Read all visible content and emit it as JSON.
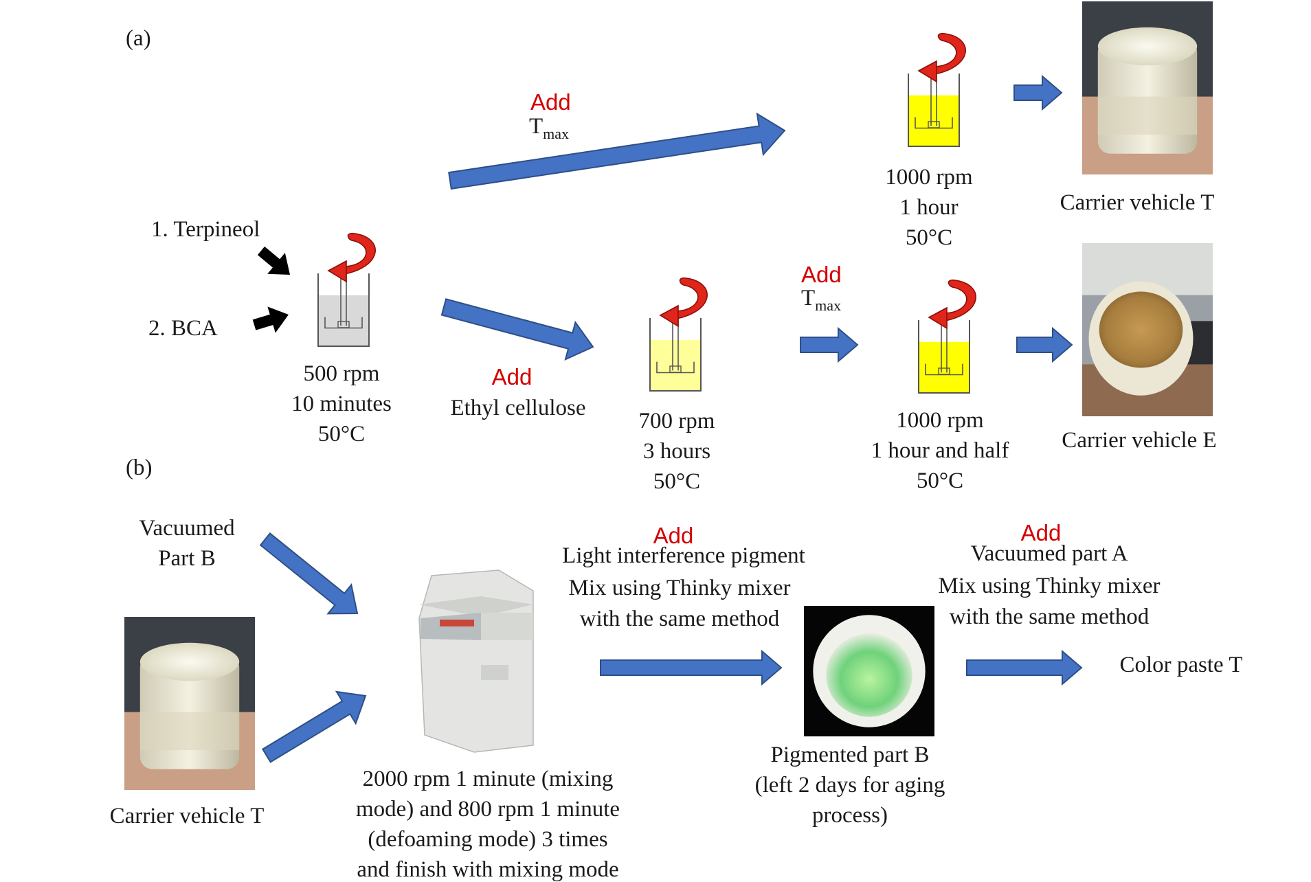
{
  "panel_labels": {
    "a": "(a)",
    "b": "(b)"
  },
  "colors": {
    "arrow_blue": "#4472c4",
    "arrow_edge": "#2e4f86",
    "red_text": "#d40000",
    "yellow_liquid": "#ffff00",
    "light_yellow_liquid": "#ffff99",
    "gray_liquid": "#d9d9d9"
  },
  "panel_a": {
    "inputs": {
      "terpineol": "1. Terpineol",
      "bca": "2. BCA"
    },
    "step1": {
      "speed": "500 rpm",
      "time": "10 minutes",
      "temp": "50°C"
    },
    "add_ethyl": {
      "add": "Add",
      "label": "Ethyl cellulose"
    },
    "step2": {
      "speed": "700 rpm",
      "time": "3 hours",
      "temp": "50°C"
    },
    "add_tmax_top": {
      "add": "Add",
      "t": "T",
      "sub": "max"
    },
    "add_tmax_mid": {
      "add": "Add",
      "t": "T",
      "sub": "max"
    },
    "step_t": {
      "speed": "1000 rpm",
      "time": "1 hour",
      "temp": "50°C"
    },
    "step_e": {
      "speed": "1000 rpm",
      "time": "1 hour and half",
      "temp": "50°C"
    },
    "vehicle_t": "Carrier vehicle T",
    "vehicle_e": "Carrier vehicle E"
  },
  "panel_b": {
    "vacuumed_b": [
      "Vacuumed",
      "Part B"
    ],
    "carrier_t": "Carrier vehicle T",
    "mixer_caption": [
      "2000 rpm 1 minute (mixing",
      "mode) and 800 rpm 1 minute",
      "(defoaming mode) 3 times",
      "and finish with mixing mode"
    ],
    "add1": {
      "add": "Add",
      "lines": [
        "Light interference pigment",
        "Mix using Thinky mixer",
        "with the same method"
      ]
    },
    "pigmented_b": [
      "Pigmented part B",
      "(left 2 days for aging",
      "process)"
    ],
    "add2": {
      "add": "Add",
      "lines": [
        "Vacuumed part A",
        "Mix using Thinky mixer",
        "with the same method"
      ]
    },
    "result": "Color paste T"
  }
}
